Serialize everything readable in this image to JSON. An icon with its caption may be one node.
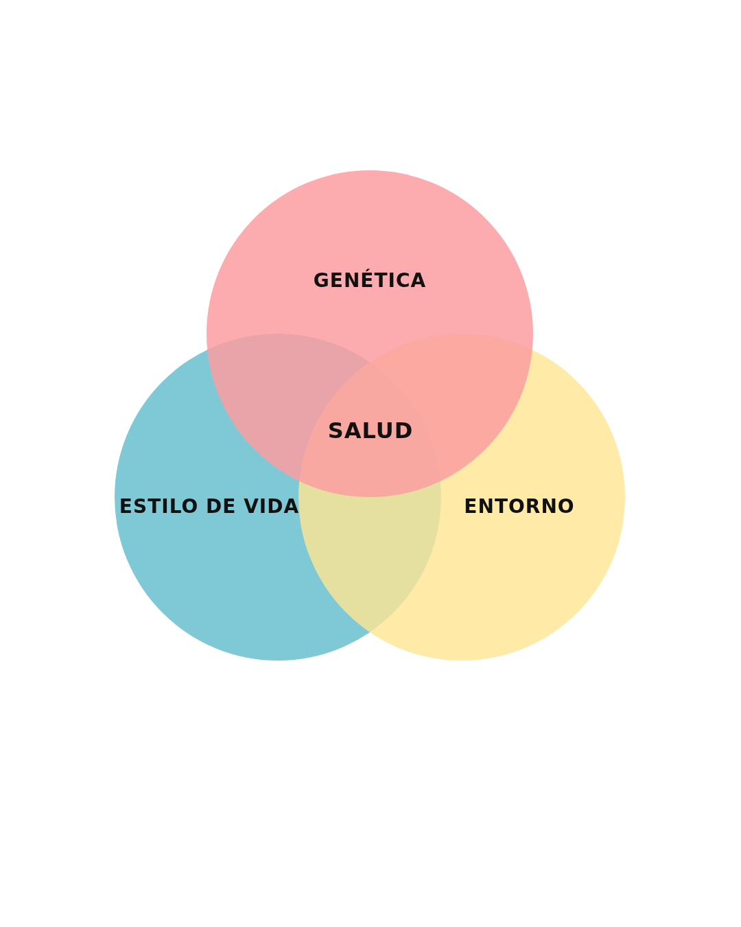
{
  "diagram": {
    "nodes": [
      {
        "text": [
          "GENÉTICA"
        ]
      },
      {
        "text": [
          "ESTILO DE VIDA"
        ]
      },
      {
        "text": [
          "ENTORNO"
        ]
      }
    ],
    "labels": [
      "SALUD"
    ]
  }
}
